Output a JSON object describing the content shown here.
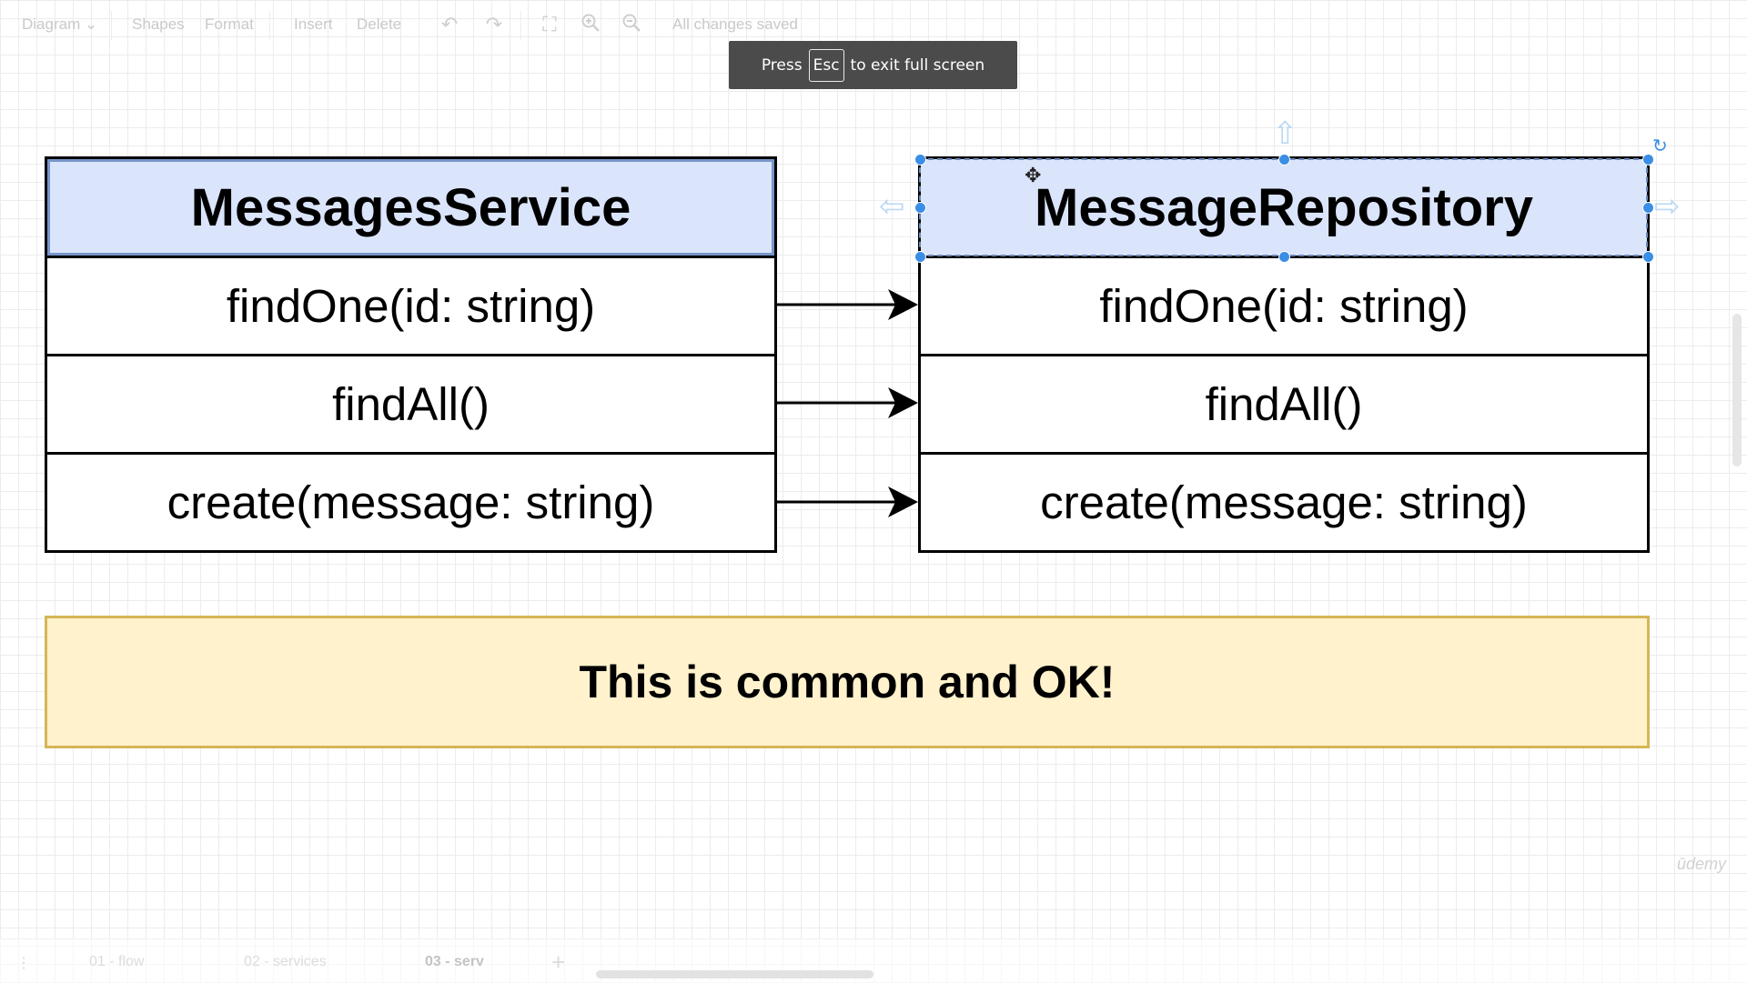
{
  "toolbar": {
    "diagram": "Diagram",
    "shapes": "Shapes",
    "format": "Format",
    "insert": "Insert",
    "delete": "Delete",
    "status": "All changes saved",
    "icons": [
      "undo-icon",
      "redo-icon",
      "fullscreen-icon",
      "zoom-in-icon",
      "zoom-out-icon"
    ]
  },
  "toast": {
    "pre": "Press",
    "key": "Esc",
    "post": "to exit full screen"
  },
  "service": {
    "title": "MessagesService",
    "methods": [
      "findOne(id: string)",
      "findAll()",
      "create(message: string)"
    ]
  },
  "repository": {
    "title": "MessageRepository",
    "methods": [
      "findOne(id: string)",
      "findAll()",
      "create(message: string)"
    ]
  },
  "callout": "This is common and OK!",
  "watermark": "ūdemy",
  "pages": [
    "01 - flow",
    "02 - services",
    "03 - serv"
  ],
  "colors": {
    "header_fill": "#dae4fb",
    "callout_fill": "#fff2cc",
    "callout_border": "#d6b656",
    "selection": "#3a8ee6"
  }
}
